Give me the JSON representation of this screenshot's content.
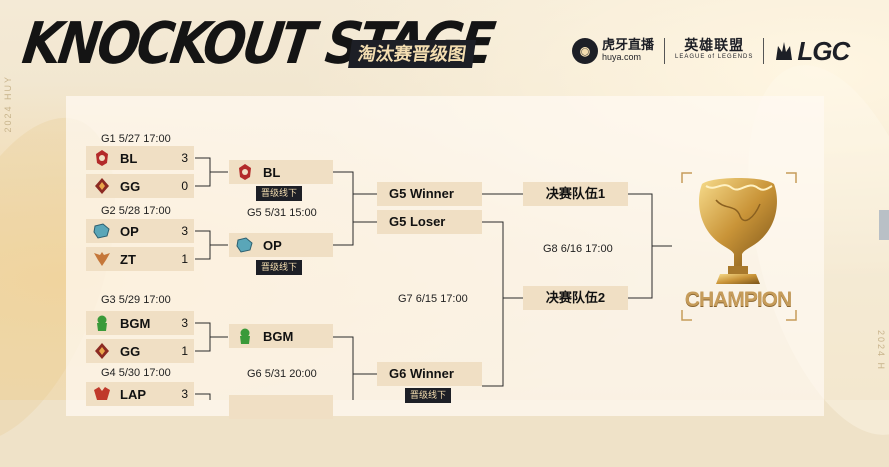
{
  "header": {
    "title": "KNOCKOUT STAGE",
    "subtitle": "淘汰赛晋级图",
    "logos": {
      "huya_cn": "虎牙直播",
      "huya_en": "huya.com",
      "lol_cn": "英雄联盟",
      "lol_en": "LEAGUE of LEGENDS",
      "lgc": "LGC"
    },
    "side_text": "2024 HUY",
    "side_text_right": "2024 H"
  },
  "matches": {
    "g1": {
      "meta": "G1  5/27 17:00",
      "team1": "BL",
      "score1": "3",
      "team2": "GG",
      "score2": "0"
    },
    "g2": {
      "meta": "G2  5/28 17:00",
      "team1": "OP",
      "score1": "3",
      "team2": "ZT",
      "score2": "1"
    },
    "g3": {
      "meta": "G3  5/29 17:00",
      "team1": "BGM",
      "score1": "3",
      "team2": "GG",
      "score2": "1"
    },
    "g4": {
      "meta": "G4  5/30 17:00",
      "team1": "LAP",
      "score1": "3"
    },
    "g5": {
      "meta": "G5  5/31 15:00",
      "team1": "BL",
      "tag1": "晋级线下",
      "team2": "OP",
      "tag2": "晋级线下"
    },
    "g6": {
      "meta": "G6  5/31 20:00",
      "team1": "BGM"
    },
    "r2": {
      "g5_winner": "G5 Winner",
      "g5_loser": "G5 Loser",
      "g6_winner": "G6 Winner",
      "g6_tag": "晋级线下"
    },
    "g7": {
      "meta": "G7  6/15 17:00"
    },
    "final": {
      "team1": "决赛队伍1",
      "team2": "决赛队伍2",
      "meta": "G8  6/16 17:00"
    }
  },
  "champion": "CHAMPION",
  "colors": {
    "accent": "#1d1f26",
    "gold": "#c69c5a",
    "cell": "#f0dfc4",
    "text_gold": "#f3ddb0"
  }
}
